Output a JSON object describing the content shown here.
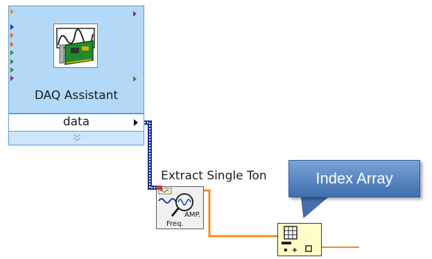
{
  "daq_assistant": {
    "title": "DAQ Assistant",
    "output_label": "data"
  },
  "extract_tone": {
    "label": "Extract Single Ton",
    "icon_text_amp": "AMP.",
    "icon_text_freq": "Freq."
  },
  "index_array": {
    "callout_text": "Index Array"
  },
  "colors": {
    "express_blue": "#b3d9f7",
    "dynamic_wire": "#1c2f8c",
    "numeric_wire": "#f28c1e",
    "callout": "#4f7fbf"
  }
}
